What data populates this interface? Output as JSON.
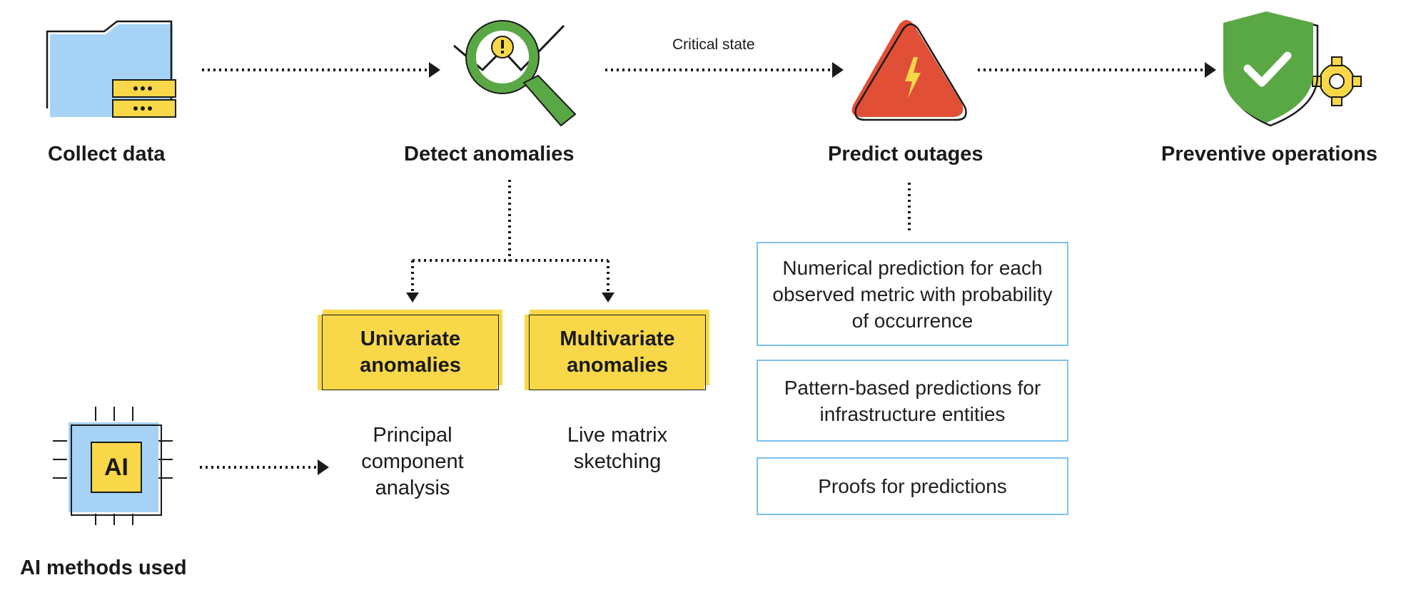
{
  "stages": {
    "collect": "Collect data",
    "detect": "Detect anomalies",
    "predict": "Predict outages",
    "prevent": "Preventive operations"
  },
  "edge_labels": {
    "critical_state": "Critical state"
  },
  "anomaly_types": [
    {
      "label": "Univariate anomalies"
    },
    {
      "label": "Multivariate anomalies"
    }
  ],
  "ai_methods": {
    "title": "AI methods used",
    "chip_text": "AI",
    "methods": [
      {
        "label": "Principal component analysis"
      },
      {
        "label": "Live matrix sketching"
      }
    ]
  },
  "predictions": [
    {
      "label": "Numerical prediction for each observed metric with probability of occurrence"
    },
    {
      "label": "Pattern-based predictions for infrastructure entities"
    },
    {
      "label": "Proofs for predictions"
    }
  ],
  "icons": {
    "collect": "folder-database-icon",
    "detect": "magnifier-alert-icon",
    "predict": "warning-triangle-icon",
    "prevent": "shield-check-gear-icon",
    "ai": "ai-chip-icon"
  },
  "colors": {
    "yellow": "#f8d849",
    "light_blue": "#a6d3f5",
    "box_border": "#7ec3ea",
    "green": "#5aa845",
    "red": "#e04f36",
    "dark": "#1a1a1a"
  }
}
